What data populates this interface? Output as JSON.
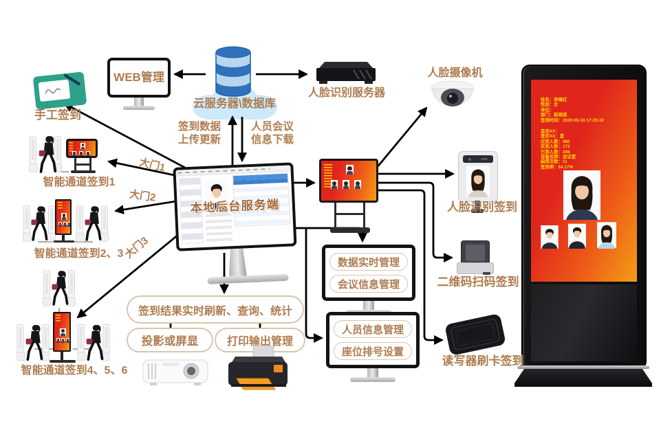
{
  "labels": {
    "web_mgmt": "WEB管理",
    "manual": "手工签到",
    "cloud": "云服务器\\数据库",
    "face_server": "人脸识别服务器",
    "face_camera": "人脸摄像机",
    "upload1": "签到数据",
    "upload2": "上传更新",
    "download1": "人员会议",
    "download2": "信息下载",
    "local_server": "本地后台服务端",
    "gate1": "大门1",
    "gate2": "大门2",
    "gate3": "大门3",
    "channel1": "智能通道签到1",
    "channel23": "智能通道签到2、3",
    "channel456": "智能通道签到4、5、6",
    "face_signin": "人脸识别签到",
    "qr_signin": "二维码扫码签到",
    "card_signin": "读写器刷卡签到",
    "result_pill": "签到结果实时刷新、查询、统计",
    "projection_pill": "投影或屏显",
    "print_pill": "打印输出管理",
    "mgmt_data": "数据实时管理",
    "mgmt_meeting": "会议信息管理",
    "mgmt_person": "人员信息管理",
    "mgmt_seat": "座位排号设置"
  },
  "kiosk_screen": {
    "info_lines": [
      "姓名：李梅红",
      "性别：女",
      "单位：",
      "部门：新闻部",
      "签到时间：2020-05-18 17:25:42"
    ],
    "stat_lines": [
      "是否XX：",
      "是否XX：是",
      "应到人数：480",
      "实到人数：172",
      "已到人数：308",
      "设备名称：会议室",
      "缺席次数：11",
      "签到率：64.17%"
    ]
  },
  "colors": {
    "label": "#ae7c50",
    "screen_red": "#e0251c",
    "screen_orange": "#f49d15",
    "kiosk_text": "#ffd800",
    "arrow": "#000000",
    "cloud": "#cdeafb",
    "db_dark": "#2f72bb",
    "db_light": "#b8d6ef",
    "tablet_teal": "#2ea18b"
  }
}
